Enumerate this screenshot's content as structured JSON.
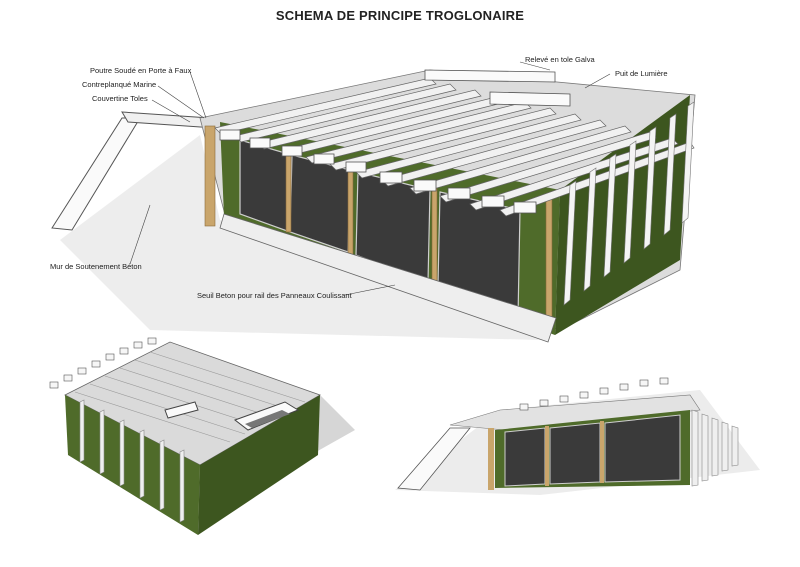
{
  "title": "SCHEMA DE PRINCIPE TROGLONAIRE",
  "labels": {
    "poutre": "Poutre Soudé en Porte à Faux",
    "contreplaque": "Contreplanqué Marine",
    "couvertine": "Couvertine Toles",
    "mur": "Mur de Soutenement Béton",
    "seuil": "Seuil Beton pour rail des Panneaux Coulissant",
    "releve": "Relevé en tole Galva",
    "puit": "Puit de Lumière"
  },
  "colors": {
    "cladding": "#4f6b2a",
    "cladding_dark": "#2f4218",
    "slat": "#e8e8e8",
    "wood": "#c9a56b",
    "glass": "#3a3a3a",
    "wall": "#f2f2f2",
    "shadow": "#cfcfcf"
  }
}
